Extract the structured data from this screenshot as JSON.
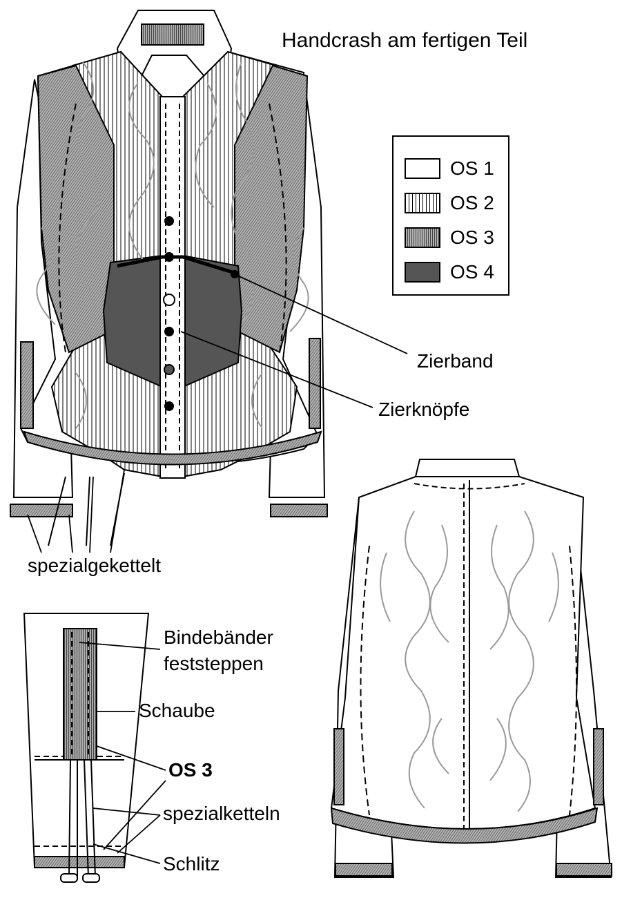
{
  "title": "Handcrash am fertigen Teil",
  "legend": {
    "items": [
      {
        "label": "OS 1",
        "pattern": "plain",
        "color": "#ffffff"
      },
      {
        "label": "OS 2",
        "pattern": "vertical-stripes",
        "color": "#ffffff"
      },
      {
        "label": "OS 3",
        "pattern": "dense-stripes",
        "color": "#8a8a8a"
      },
      {
        "label": "OS 4",
        "pattern": "solid",
        "color": "#555555"
      }
    ]
  },
  "callouts": {
    "zierband": "Zierband",
    "zierknoepfe": "Zierknöpfe",
    "spezialgekettelt": "spezialgekettelt"
  },
  "detail": {
    "bindebaender_line1": "Bindebänder",
    "bindebaender_line2": "feststeppen",
    "schaube": "Schaube",
    "os3": "OS 3",
    "spezialketteln": "spezialketteln",
    "schlitz": "Schlitz"
  },
  "colors": {
    "line": "#000000",
    "crash": "#9a9a9a",
    "os3_fill": "#8a8a8a",
    "os4_fill": "#555555"
  }
}
